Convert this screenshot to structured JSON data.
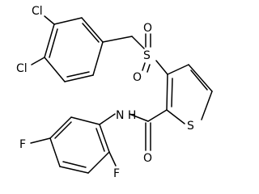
{
  "structure": {
    "atoms": {
      "cl1": "Cl",
      "cl2": "Cl",
      "s_sulfonyl": "S",
      "o_upper": "O",
      "o_lower": "O",
      "s_thiophene": "S",
      "nh": "N H",
      "o_amide": "O",
      "f_para": "F",
      "f_ortho": "F"
    }
  }
}
